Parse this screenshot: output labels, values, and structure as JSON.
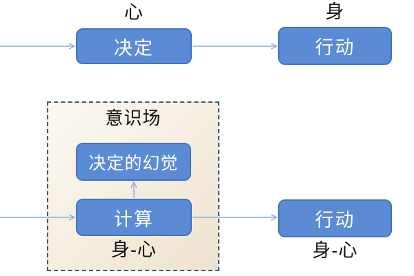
{
  "colors": {
    "box_fill": "#5b8bd5",
    "box_border": "#4472c4",
    "box_text": "#ffffff",
    "arrow": "#8faadc",
    "dashed_border": "#44546a",
    "field_fill_start": "#fcf9f2",
    "field_fill_end": "#eee2cf",
    "label_text": "#111111"
  },
  "top_flow": {
    "mind_label": "心",
    "body_label": "身",
    "decision_box": "决定",
    "action_box": "行动"
  },
  "bottom_flow": {
    "field_title": "意识场",
    "illusion_box": "决定的幻觉",
    "computation_box": "计算",
    "body_mind_label_left": "身-心",
    "action_box": "行动",
    "body_mind_label_right": "身-心"
  }
}
